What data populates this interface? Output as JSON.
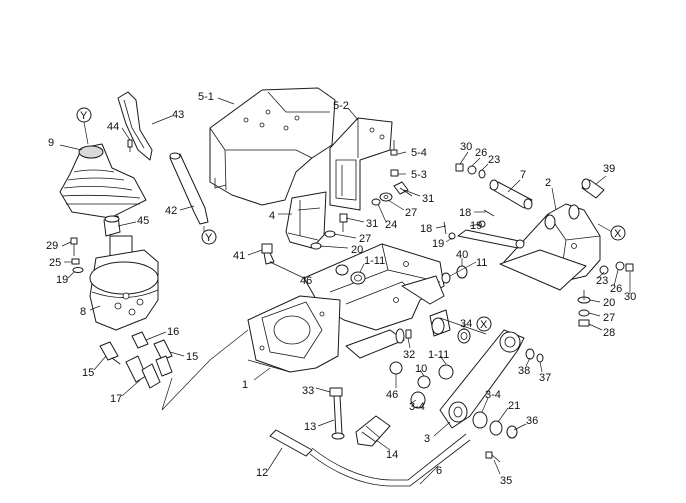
{
  "labels": [
    {
      "id": "l-5-1",
      "text": "5-1"
    },
    {
      "id": "l-5-2",
      "text": "5-2"
    },
    {
      "id": "l-43",
      "text": "43"
    },
    {
      "id": "l-44",
      "text": "44"
    },
    {
      "id": "l-9",
      "text": "9"
    },
    {
      "id": "l-Y1",
      "text": "Y"
    },
    {
      "id": "l-42",
      "text": "42"
    },
    {
      "id": "l-Y2",
      "text": "Y"
    },
    {
      "id": "l-45",
      "text": "45"
    },
    {
      "id": "l-29",
      "text": "29"
    },
    {
      "id": "l-25",
      "text": "25"
    },
    {
      "id": "l-19a",
      "text": "19"
    },
    {
      "id": "l-8",
      "text": "8"
    },
    {
      "id": "l-16",
      "text": "16"
    },
    {
      "id": "l-15a",
      "text": "15"
    },
    {
      "id": "l-15b",
      "text": "15"
    },
    {
      "id": "l-17",
      "text": "17"
    },
    {
      "id": "l-5-4",
      "text": "5-4"
    },
    {
      "id": "l-5-3",
      "text": "5-3"
    },
    {
      "id": "l-27a",
      "text": "27"
    },
    {
      "id": "l-24",
      "text": "24"
    },
    {
      "id": "l-31a",
      "text": "31"
    },
    {
      "id": "l-4",
      "text": "4"
    },
    {
      "id": "l-31b",
      "text": "31"
    },
    {
      "id": "l-27b",
      "text": "27"
    },
    {
      "id": "l-20a",
      "text": "20"
    },
    {
      "id": "l-41",
      "text": "41"
    },
    {
      "id": "l-1-11a",
      "text": "1-11"
    },
    {
      "id": "l-46a",
      "text": "46"
    },
    {
      "id": "l-30a",
      "text": "30"
    },
    {
      "id": "l-26a",
      "text": "26"
    },
    {
      "id": "l-23a",
      "text": "23"
    },
    {
      "id": "l-7",
      "text": "7"
    },
    {
      "id": "l-2",
      "text": "2"
    },
    {
      "id": "l-39",
      "text": "39"
    },
    {
      "id": "l-18a",
      "text": "18"
    },
    {
      "id": "l-19b",
      "text": "19"
    },
    {
      "id": "l-18b",
      "text": "18"
    },
    {
      "id": "l-19c",
      "text": "19"
    },
    {
      "id": "l-X1",
      "text": "X"
    },
    {
      "id": "l-40",
      "text": "40"
    },
    {
      "id": "l-11",
      "text": "11"
    },
    {
      "id": "l-23b",
      "text": "23"
    },
    {
      "id": "l-26b",
      "text": "26"
    },
    {
      "id": "l-30b",
      "text": "30"
    },
    {
      "id": "l-20b",
      "text": "20"
    },
    {
      "id": "l-27c",
      "text": "27"
    },
    {
      "id": "l-28",
      "text": "28"
    },
    {
      "id": "l-34",
      "text": "34"
    },
    {
      "id": "l-X2",
      "text": "X"
    },
    {
      "id": "l-1-11b",
      "text": "1-11"
    },
    {
      "id": "l-32",
      "text": "32"
    },
    {
      "id": "l-10",
      "text": "10"
    },
    {
      "id": "l-38",
      "text": "38"
    },
    {
      "id": "l-37",
      "text": "37"
    },
    {
      "id": "l-1",
      "text": "1"
    },
    {
      "id": "l-33",
      "text": "33"
    },
    {
      "id": "l-46b",
      "text": "46"
    },
    {
      "id": "l-3-4a",
      "text": "3-4"
    },
    {
      "id": "l-3-4b",
      "text": "3-4"
    },
    {
      "id": "l-21",
      "text": "21"
    },
    {
      "id": "l-36",
      "text": "36"
    },
    {
      "id": "l-13",
      "text": "13"
    },
    {
      "id": "l-14",
      "text": "14"
    },
    {
      "id": "l-3",
      "text": "3"
    },
    {
      "id": "l-12",
      "text": "12"
    },
    {
      "id": "l-6",
      "text": "6"
    },
    {
      "id": "l-35",
      "text": "35"
    }
  ]
}
